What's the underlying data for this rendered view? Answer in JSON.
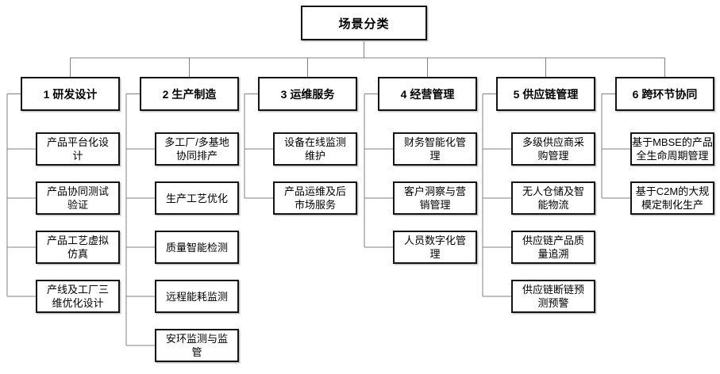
{
  "diagram": {
    "root": {
      "label": "场景分类"
    },
    "columns": [
      {
        "title": "1 研发设计",
        "children": [
          {
            "lines": [
              "产品平台化设",
              "计"
            ]
          },
          {
            "lines": [
              "产品协同测试",
              "验证"
            ]
          },
          {
            "lines": [
              "产品工艺虚拟",
              "仿真"
            ]
          },
          {
            "lines": [
              "产线及工厂三",
              "维优化设计"
            ]
          }
        ]
      },
      {
        "title": "2 生产制造",
        "children": [
          {
            "lines": [
              "多工厂/多基地",
              "协同排产"
            ]
          },
          {
            "lines": [
              "生产工艺优化"
            ]
          },
          {
            "lines": [
              "质量智能检测"
            ]
          },
          {
            "lines": [
              "远程能耗监测"
            ]
          },
          {
            "lines": [
              "安环监测与监",
              "管"
            ]
          }
        ]
      },
      {
        "title": "3 运维服务",
        "children": [
          {
            "lines": [
              "设备在线监测",
              "维护"
            ]
          },
          {
            "lines": [
              "产品运维及后",
              "市场服务"
            ]
          }
        ]
      },
      {
        "title": "4 经营管理",
        "children": [
          {
            "lines": [
              "财务智能化管",
              "理"
            ]
          },
          {
            "lines": [
              "客户洞察与营",
              "销管理"
            ]
          },
          {
            "lines": [
              "人员数字化管",
              "理"
            ]
          }
        ]
      },
      {
        "title": "5 供应链管理",
        "children": [
          {
            "lines": [
              "多级供应商采",
              "购管理"
            ]
          },
          {
            "lines": [
              "无人仓储及智",
              "能物流"
            ]
          },
          {
            "lines": [
              "供应链产品质",
              "量追溯"
            ]
          },
          {
            "lines": [
              "供应链断链预",
              "测预警"
            ]
          }
        ]
      },
      {
        "title": "6 跨环节协同",
        "children": [
          {
            "lines": [
              "基于MBSE的产品",
              "全生命周期管理"
            ]
          },
          {
            "lines": [
              "基于C2M的大规",
              "模定制化生产"
            ]
          }
        ]
      }
    ]
  },
  "colors": {
    "connector": "#808080",
    "box_border": "#141414",
    "text": "#000000",
    "background": "#ffffff"
  }
}
